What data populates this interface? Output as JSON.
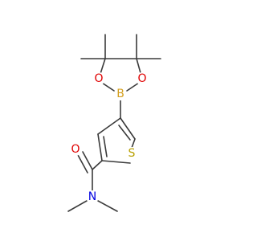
{
  "molecule": {
    "atoms": {
      "oxygen_ring_left": {
        "symbol": "O",
        "color": "#e00000"
      },
      "oxygen_ring_right": {
        "symbol": "O",
        "color": "#e00000"
      },
      "boron": {
        "symbol": "B",
        "color": "#d4a020"
      },
      "sulfur": {
        "symbol": "S",
        "color": "#b8a000"
      },
      "oxygen_carbonyl": {
        "symbol": "O",
        "color": "#e00000"
      },
      "nitrogen": {
        "symbol": "N",
        "color": "#0000e0"
      }
    }
  }
}
